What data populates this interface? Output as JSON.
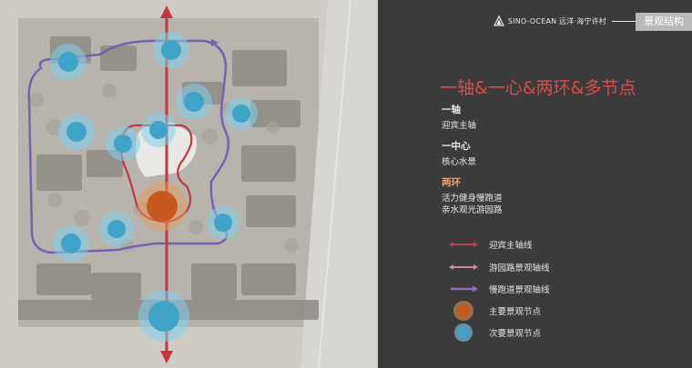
{
  "header": {
    "brand": "SINO-OCEAN 远洋·海宁许村",
    "section": "景观结构"
  },
  "headline": "一轴&一心&两环&多节点",
  "groups": [
    {
      "title": "一轴",
      "lines": [
        "迎宾主轴"
      ]
    },
    {
      "title": "一中心",
      "lines": [
        "核心水景"
      ]
    },
    {
      "title": "两环",
      "lines": [
        "活力健身慢跑道",
        "亲水观光游园路"
      ]
    }
  ],
  "legend": [
    {
      "label": "迎宾主轴线",
      "icon": "arrow-line-dark-red",
      "color": "#b5444b"
    },
    {
      "label": "游园路景观轴线",
      "icon": "arrow-line-pink",
      "color": "#c98a9a"
    },
    {
      "label": "慢跑道景观轴线",
      "icon": "arrow-line-purple",
      "color": "#8a6fb8"
    },
    {
      "label": "主要景观节点",
      "icon": "orange-circle",
      "color": "#d06a2a"
    },
    {
      "label": "次要景观节点",
      "icon": "blue-circle",
      "color": "#3fa4c8"
    }
  ],
  "colors": {
    "axis": "#c0393e",
    "inner_loop": "#c0393e",
    "outer_loop": "#7a5fb0",
    "primary_node": "#d06a2a",
    "secondary_node": "#4db4d6"
  }
}
